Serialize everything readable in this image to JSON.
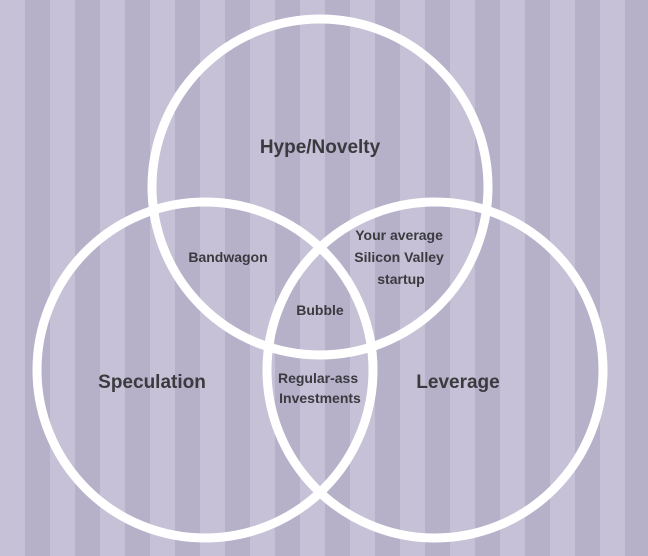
{
  "diagram": {
    "sets": {
      "hype": "Hype/Novelty",
      "speculation": "Speculation",
      "leverage": "Leverage"
    },
    "intersections": {
      "hype_speculation": "Bandwagon",
      "hype_leverage": [
        "Your average",
        "Silicon Valley",
        "startup"
      ],
      "speculation_leverage": [
        "Regular-ass",
        "Investments"
      ],
      "all_three": "Bubble"
    }
  },
  "colors": {
    "stripe_light": "#c6c1d6",
    "stripe_dark": "#b6b0c9",
    "ring": "#ffffff",
    "text": "#3a3a3f"
  }
}
